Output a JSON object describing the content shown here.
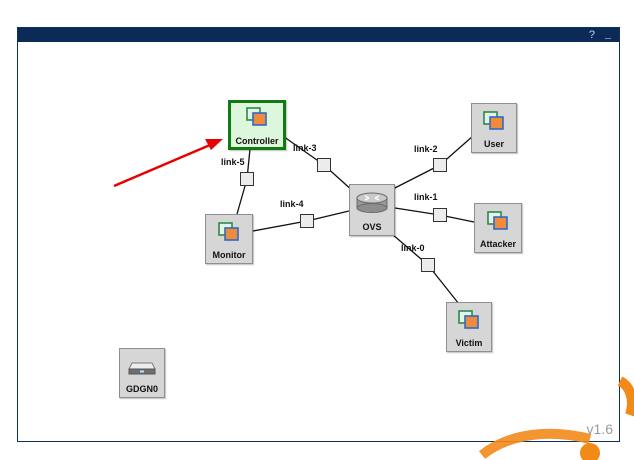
{
  "window": {
    "help_label": "?",
    "minimize_label": "_",
    "version": "v1.6"
  },
  "nodes": {
    "controller": {
      "label": "Controller",
      "icon": "host-icon"
    },
    "user": {
      "label": "User",
      "icon": "host-icon"
    },
    "attacker": {
      "label": "Attacker",
      "icon": "host-icon"
    },
    "monitor": {
      "label": "Monitor",
      "icon": "host-icon"
    },
    "ovs": {
      "label": "OVS",
      "icon": "router-icon"
    },
    "victim": {
      "label": "Victim",
      "icon": "host-icon"
    },
    "gdgn0": {
      "label": "GDGN0",
      "icon": "switch-device-icon"
    }
  },
  "links": {
    "link0": "link-0",
    "link1": "link-1",
    "link2": "link-2",
    "link3": "link-3",
    "link4": "link-4",
    "link5": "link-5"
  },
  "colors": {
    "titlebar": "#0b2a57",
    "selected_border": "#127a12",
    "selected_fill": "#dcf7dc",
    "arrow": "#e60000",
    "logo": "#f28a1a"
  }
}
